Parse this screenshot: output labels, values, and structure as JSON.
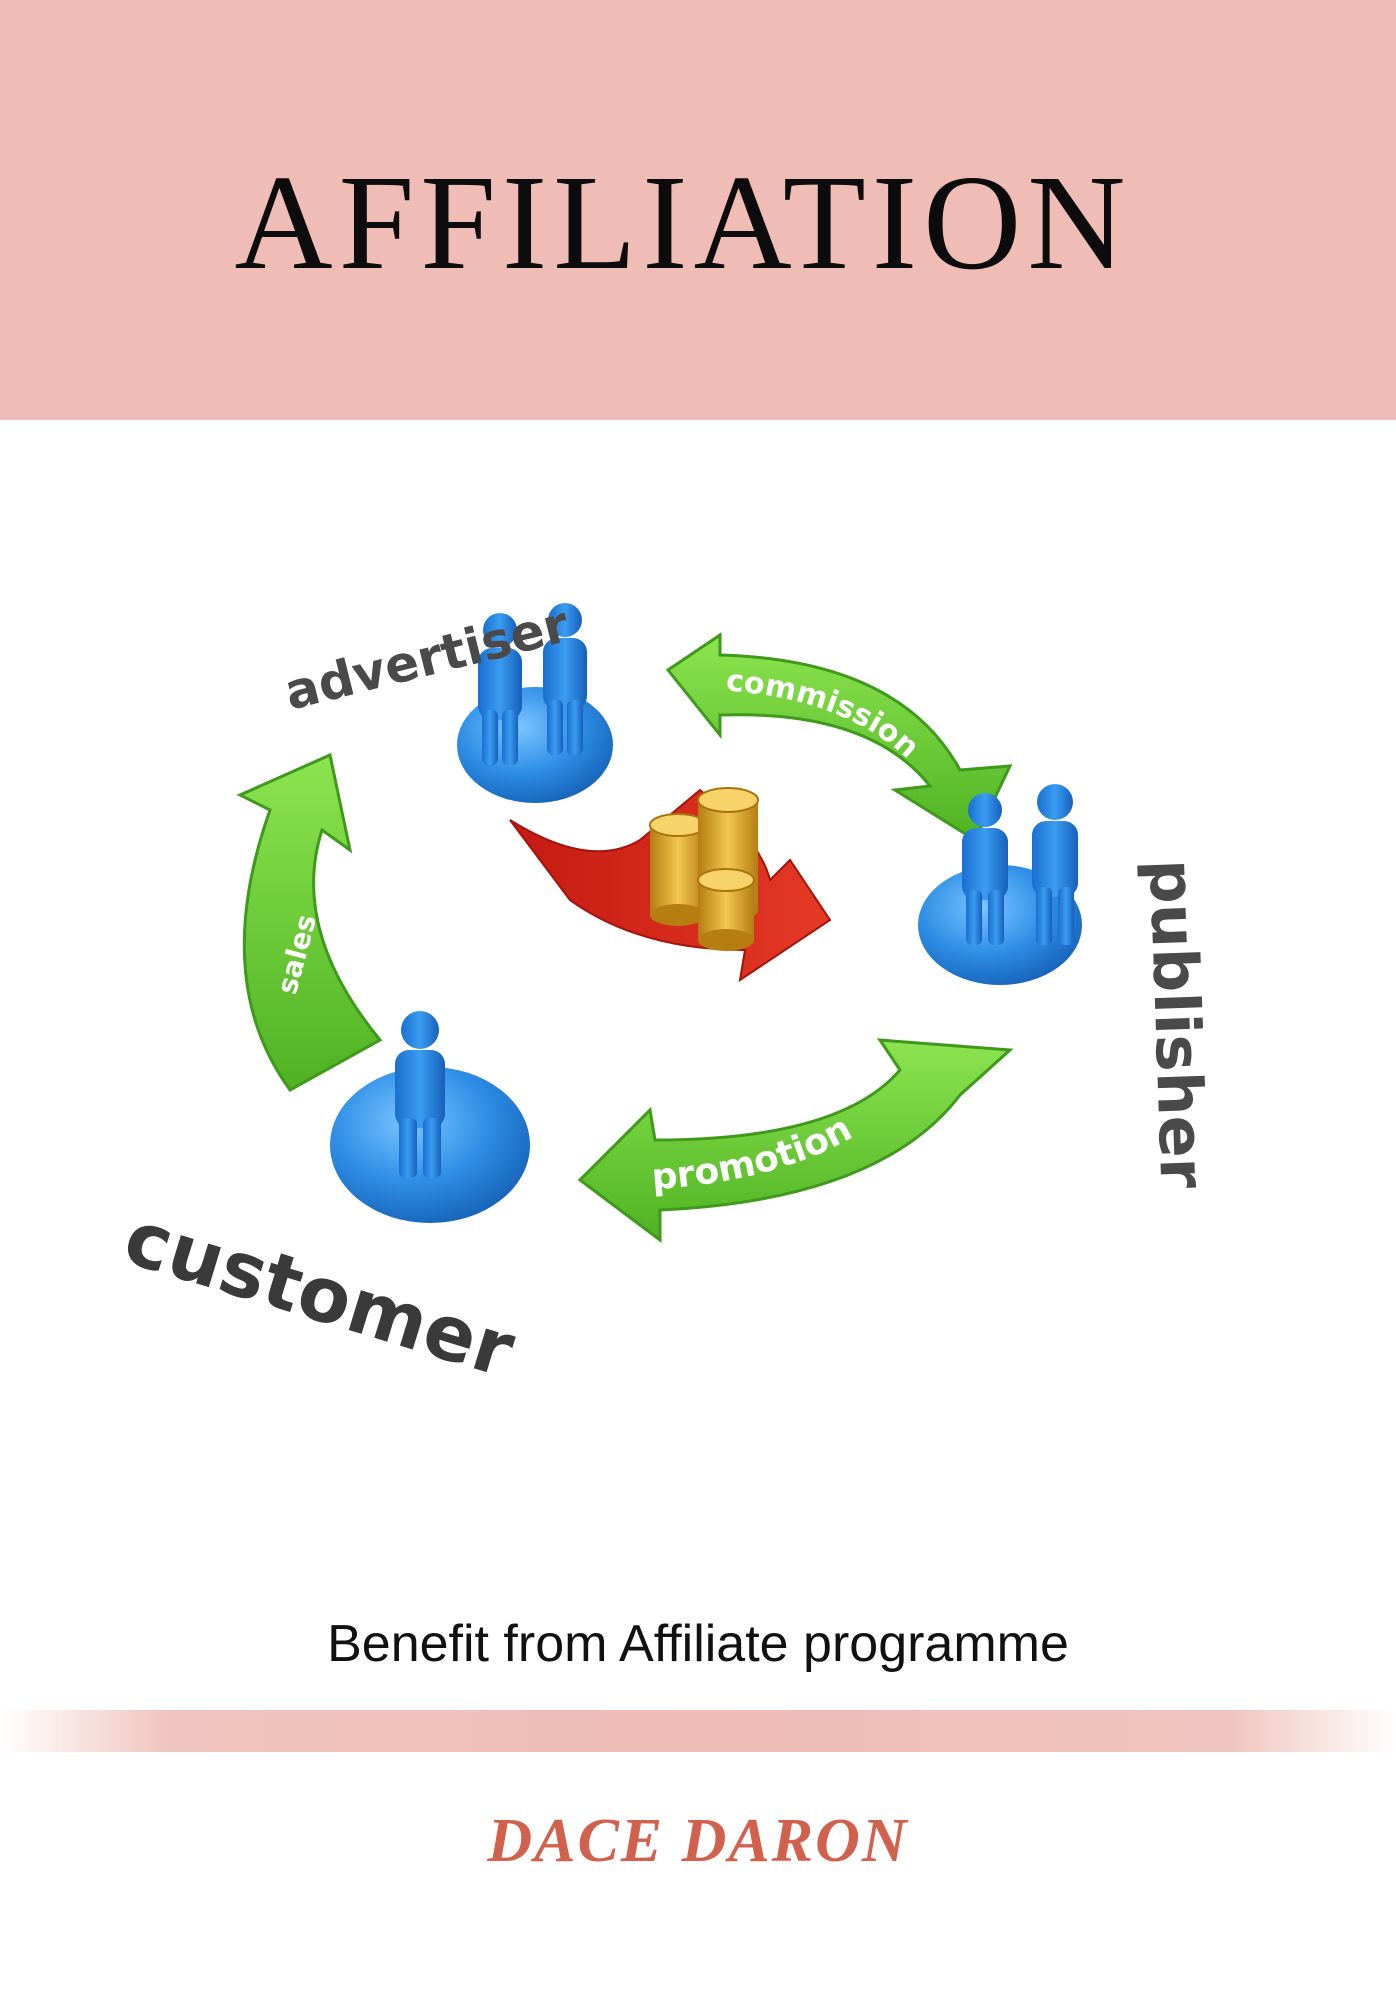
{
  "cover": {
    "title": "AFFILIATION",
    "subtitle": "Benefit from Affiliate programme",
    "author": "DACE DARON"
  },
  "diagram": {
    "labels": {
      "advertiser": "advertiser",
      "publisher": "publisher",
      "customer": "customer"
    },
    "arrows": {
      "commission": "commission",
      "promotion": "promotion",
      "sales": "sales"
    }
  },
  "colors": {
    "band": "#f0bcb6",
    "author": "#d1614c",
    "arrow_green": "#6fd13a",
    "arrow_red": "#d9261c",
    "figure_blue": "#2f8fe6",
    "coin_gold": "#d9a02a"
  }
}
